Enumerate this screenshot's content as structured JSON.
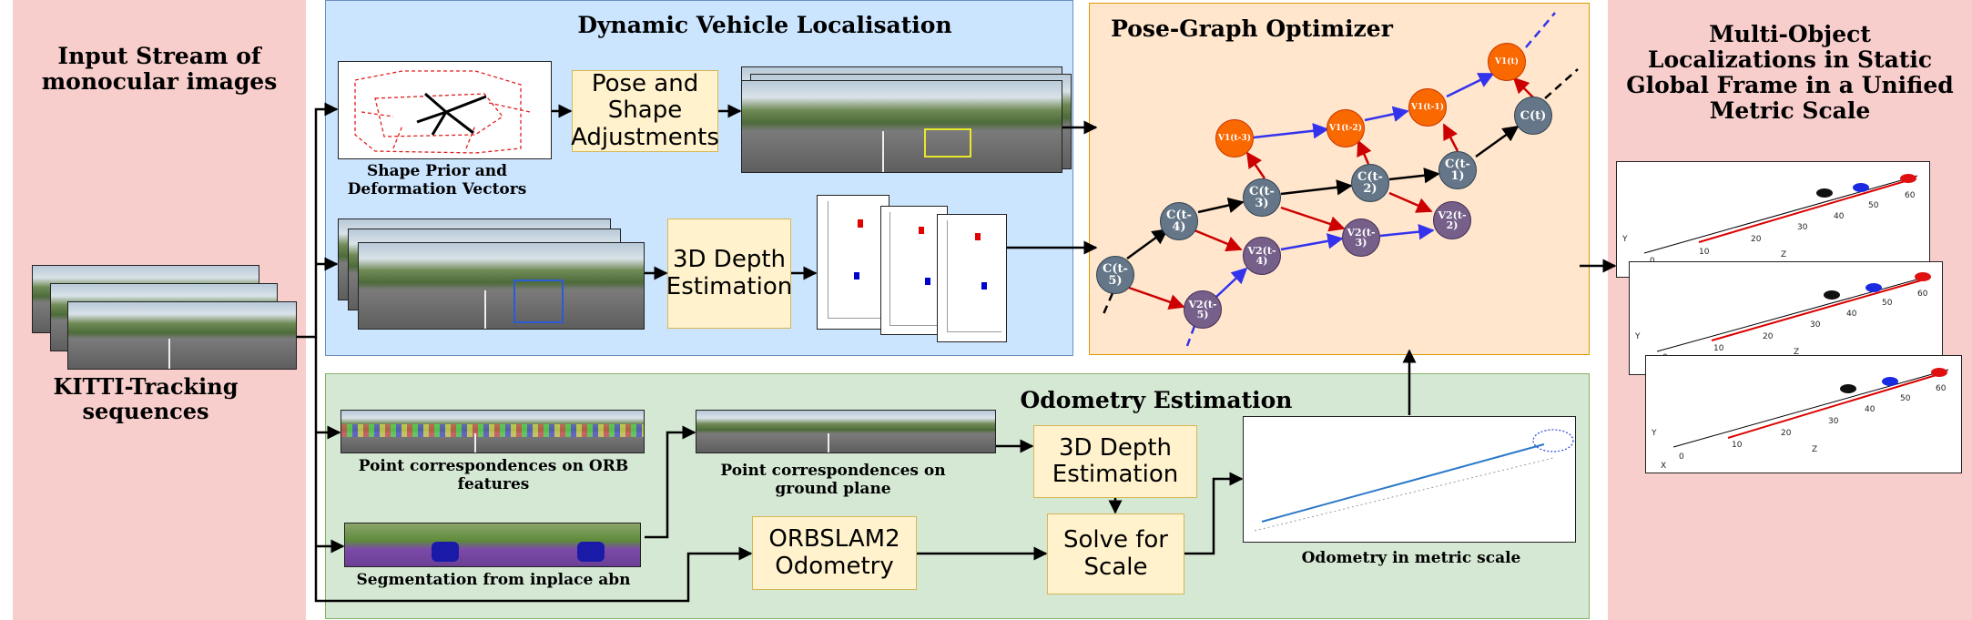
{
  "colors": {
    "pink_panel": "#f8cecc",
    "blue_panel": "#cce5ff",
    "orange_panel": "#ffe6cc",
    "green_panel": "#d5e8d4",
    "yellow_box": "#fff2cc",
    "node_c": "#647687",
    "node_v1": "#fa6800",
    "node_v2": "#76608a",
    "edge_red": "#cc0000",
    "edge_blue": "#3333ee"
  },
  "input_panel": {
    "title": "Input Stream of monocular images",
    "caption": "KITTI-Tracking sequences"
  },
  "dvl_panel": {
    "title": "Dynamic Vehicle Localisation",
    "shape_prior_caption": "Shape Prior and Deformation Vectors",
    "pose_box": "Pose and Shape Adjustments",
    "depth_box": "3D Depth Estimation"
  },
  "pgo_panel": {
    "title": "Pose-Graph Optimizer",
    "nodes": {
      "c_t5": "C(t-5)",
      "c_t4": "C(t-4)",
      "c_t3": "C(t-3)",
      "c_t2": "C(t-2)",
      "c_t1": "C(t-1)",
      "c_t": "C(t)",
      "v1_t3": "V1(t-3)",
      "v1_t2": "V1(t-2)",
      "v1_t1": "V1(t-1)",
      "v1_t": "V1(t)",
      "v2_t5": "V2(t-5)",
      "v2_t4": "V2(t-4)",
      "v2_t3": "V2(t-3)",
      "v2_t2": "V2(t-2)"
    }
  },
  "odom_panel": {
    "title": "Odometry Estimation",
    "orb_caption": "Point correspondences on ORB features",
    "ground_caption": "Point correspondences on ground plane",
    "seg_caption": "Segmentation from inplace abn",
    "depth_box": "3D Depth Estimation",
    "orbslam_box": "ORBSLAM2 Odometry",
    "scale_box": "Solve for Scale",
    "metric_caption": "Odometry in metric scale"
  },
  "output_panel": {
    "title": "Multi-Object Localizations in Static Global Frame in a Unified Metric Scale",
    "plot_ticks": [
      "0",
      "10",
      "20",
      "30",
      "40",
      "50",
      "60"
    ],
    "axis_z": "Z",
    "axis_x": "X",
    "axis_y": "Y"
  }
}
